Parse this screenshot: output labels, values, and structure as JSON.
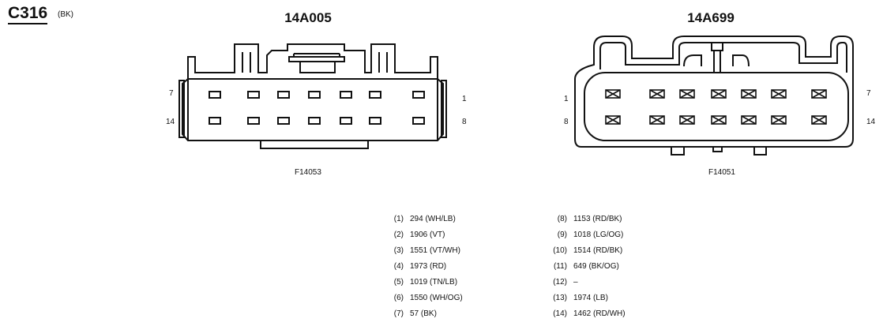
{
  "connector": {
    "id": "C316",
    "color": "(BK)"
  },
  "left": {
    "part_number": "14A005",
    "figure": "F14053",
    "pin_labels": {
      "top_left": "7",
      "bottom_left": "14",
      "top_right": "1",
      "bottom_right": "8"
    }
  },
  "right": {
    "part_number": "14A699",
    "figure": "F14051",
    "pin_labels": {
      "top_left": "1",
      "bottom_left": "8",
      "top_right": "7",
      "bottom_right": "14"
    }
  },
  "pinout_left": [
    {
      "num": "(1)",
      "circuit": "294 (WH/LB)"
    },
    {
      "num": "(2)",
      "circuit": "1906 (VT)"
    },
    {
      "num": "(3)",
      "circuit": "1551 (VT/WH)"
    },
    {
      "num": "(4)",
      "circuit": "1973 (RD)"
    },
    {
      "num": "(5)",
      "circuit": "1019 (TN/LB)"
    },
    {
      "num": "(6)",
      "circuit": "1550 (WH/OG)"
    },
    {
      "num": "(7)",
      "circuit": "57 (BK)"
    }
  ],
  "pinout_right": [
    {
      "num": "(8)",
      "circuit": "1153 (RD/BK)"
    },
    {
      "num": "(9)",
      "circuit": "1018 (LG/OG)"
    },
    {
      "num": "(10)",
      "circuit": "1514 (RD/BK)"
    },
    {
      "num": "(11)",
      "circuit": "649 (BK/OG)"
    },
    {
      "num": "(12)",
      "circuit": "–"
    },
    {
      "num": "(13)",
      "circuit": "1974 (LB)"
    },
    {
      "num": "(14)",
      "circuit": "1462 (RD/WH)"
    }
  ]
}
